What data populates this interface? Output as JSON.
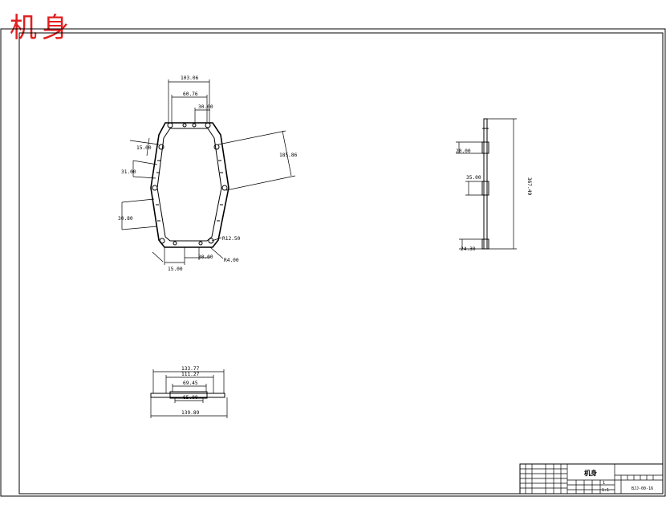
{
  "stamp_title": "机身",
  "front_view": {
    "dims": {
      "top_outer": "103.06",
      "top_mid": "60.76",
      "top_inner": "30.00",
      "left_upper": "15.00",
      "left_mid": "31.00",
      "left_lower": "30.80",
      "right_long": "185.86",
      "bottom_left": "15.00",
      "bottom_mid": "30.00",
      "radius_a": "R12.50",
      "radius_b": "R4.00"
    }
  },
  "side_view": {
    "dims": {
      "upper": "20.00",
      "mid": "35.00",
      "lower": "24.30",
      "height": "367.49"
    }
  },
  "bottom_view": {
    "dims": {
      "top": "133.77",
      "second": "111.27",
      "third": "69.45",
      "inner": "65.00",
      "overall": "139.89"
    }
  },
  "title_block": {
    "part_name": "机身",
    "drawing_no": "BJJ-00-16",
    "scale": "1:1",
    "quantity": "1"
  }
}
